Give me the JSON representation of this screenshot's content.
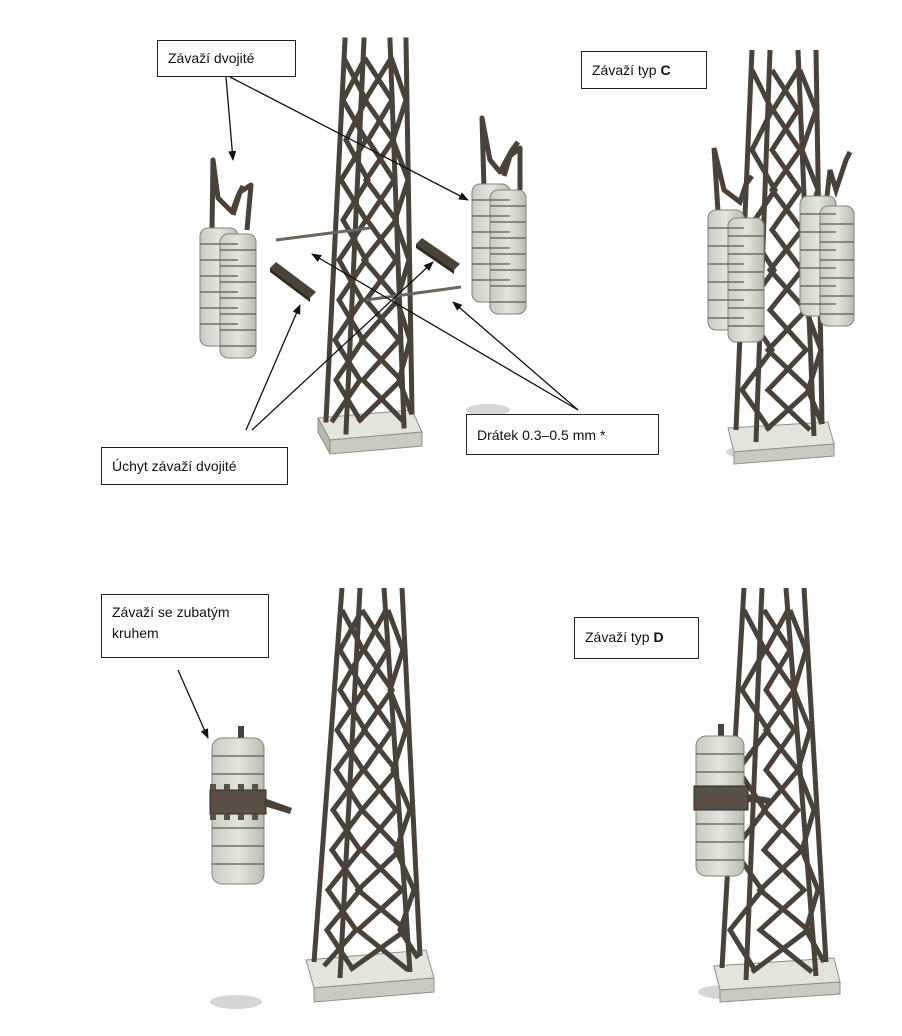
{
  "labels": {
    "double_weight": "Závaží dvojité",
    "type_c_prefix": "Závaží typ ",
    "type_c_letter": "C",
    "wire": "Drátek 0.3–0.5 mm *",
    "double_weight_bracket": "Úchyt závaží dvojité",
    "toothed_ring_weight": "Závaží se zubatým kruhem",
    "type_d_prefix": "Závaží typ ",
    "type_d_letter": "D"
  },
  "colors": {
    "steel": "#4e463d",
    "steel_dark": "#2e2923",
    "concrete": "#d9dcd2",
    "concrete_dark": "#b8bcae",
    "base": "#d4d6cc",
    "shadow": "#cfcfcf",
    "wire": "#6e665d"
  }
}
